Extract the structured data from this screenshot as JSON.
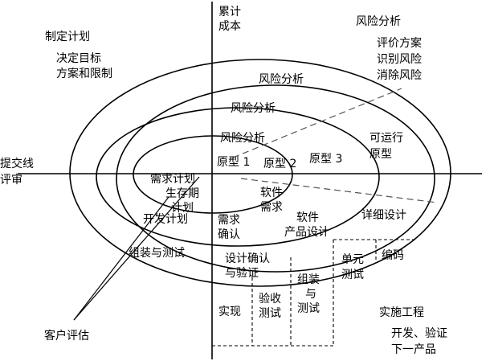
{
  "axis": {
    "top_label": [
      "累计",
      "成本"
    ],
    "left_label": [
      "提交线",
      "评审"
    ]
  },
  "quadrant_top_left": {
    "heading": "制定计划",
    "items": [
      "决定目标",
      "方案和限制"
    ]
  },
  "quadrant_top_right": {
    "heading": "风险分析",
    "items": [
      "评价方案",
      "识别风险",
      "消除风险"
    ]
  },
  "risk_analysis_labels": [
    "风险分析",
    "风险分析",
    "风险分析"
  ],
  "prototypes": [
    "原型 1",
    "原型 2",
    "原型 3"
  ],
  "operational_prototype": [
    "可运行",
    "原型"
  ],
  "center_lower_left": {
    "requirements_plan": "需求计划",
    "lifecycle_plan": [
      "生存期",
      "计划"
    ],
    "development_plan": "开发计划",
    "integration_test": "组装与测试"
  },
  "lower_right": {
    "software_requirements": [
      "软件",
      "需求"
    ],
    "requirements_confirm": [
      "需求",
      "确认"
    ],
    "software_product_design": [
      "软件",
      "产品设计"
    ],
    "detailed_design": "详细设计",
    "design_verify": [
      "设计确认",
      "与验证"
    ],
    "unit_test": [
      "单元",
      "测试"
    ],
    "coding": "编码",
    "integration_test": [
      "组装",
      "与",
      "测试"
    ],
    "acceptance_test": [
      "验收",
      "测试"
    ],
    "implementation": "实现"
  },
  "bottom_right": {
    "heading": "实施工程",
    "items": [
      "开发、验证",
      "下一产品"
    ]
  },
  "customer_evaluation": "客户评估"
}
